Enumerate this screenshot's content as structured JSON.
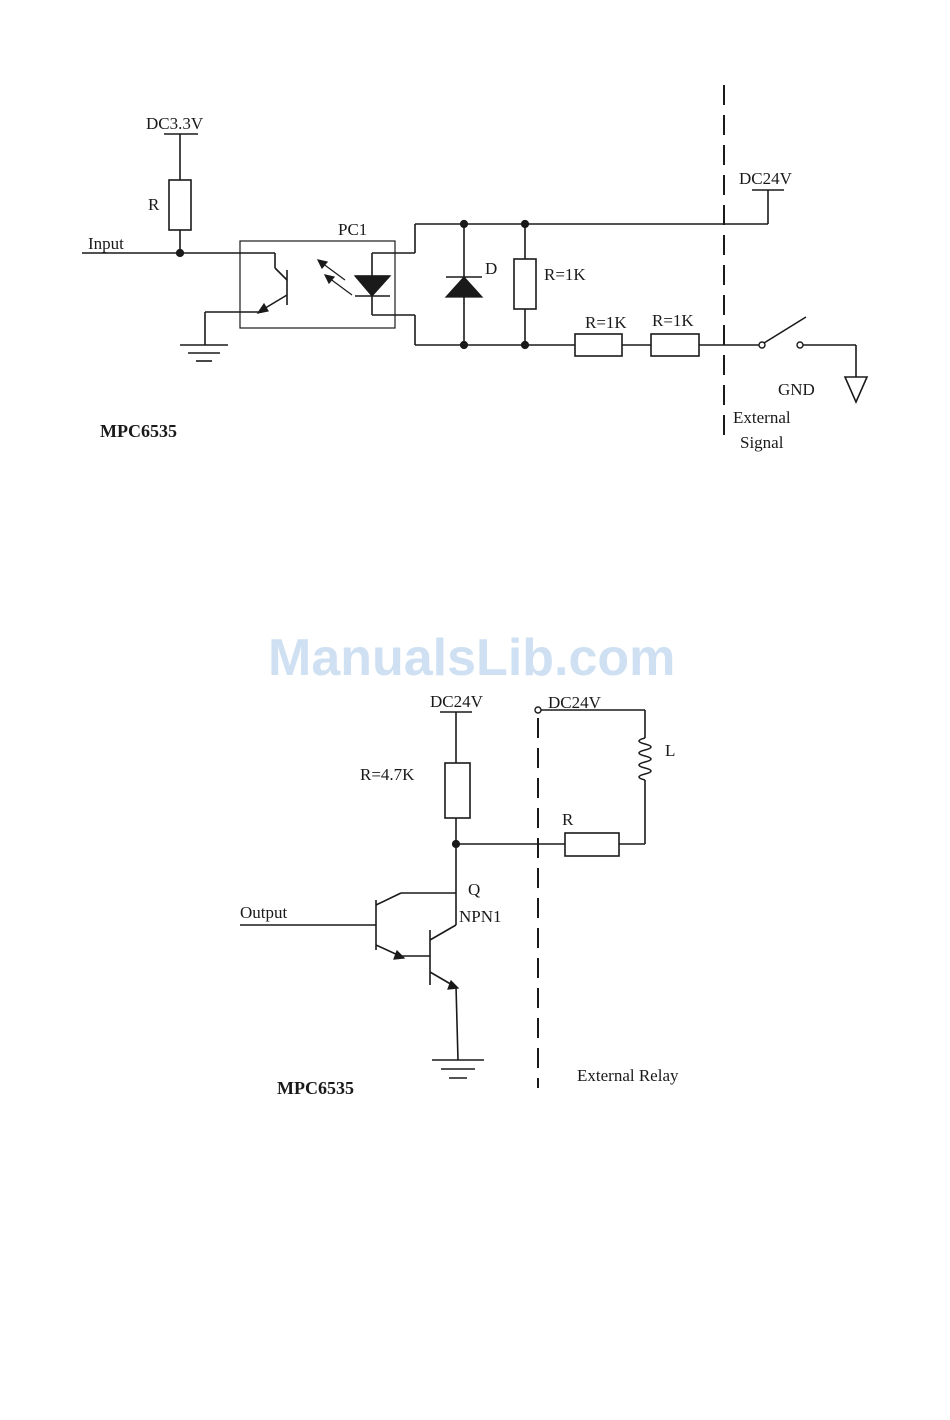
{
  "watermark": "ManualsLib.com",
  "input_circuit": {
    "title": "MPC6535",
    "supply_label": "DC3.3V",
    "pullup_label": "R",
    "input_label": "Input",
    "optocoupler_label": "PC1",
    "diode_label": "D",
    "resistor_parallel_label": "R=1K",
    "resistor_series_1_label": "R=1K",
    "resistor_series_2_label": "R=1K",
    "external_supply_label": "DC24V",
    "gnd_label": "GND",
    "external_label_line1": "External",
    "external_label_line2": "Signal"
  },
  "output_circuit": {
    "title": "MPC6535",
    "supply_label": "DC24V",
    "pullup_label": "R=4.7K",
    "output_label": "Output",
    "transistor_label_1": "Q",
    "transistor_label_2": "NPN1",
    "external_supply_label": "DC24V",
    "inductor_label": "L",
    "resistor_label": "R",
    "external_label": "External Relay"
  }
}
